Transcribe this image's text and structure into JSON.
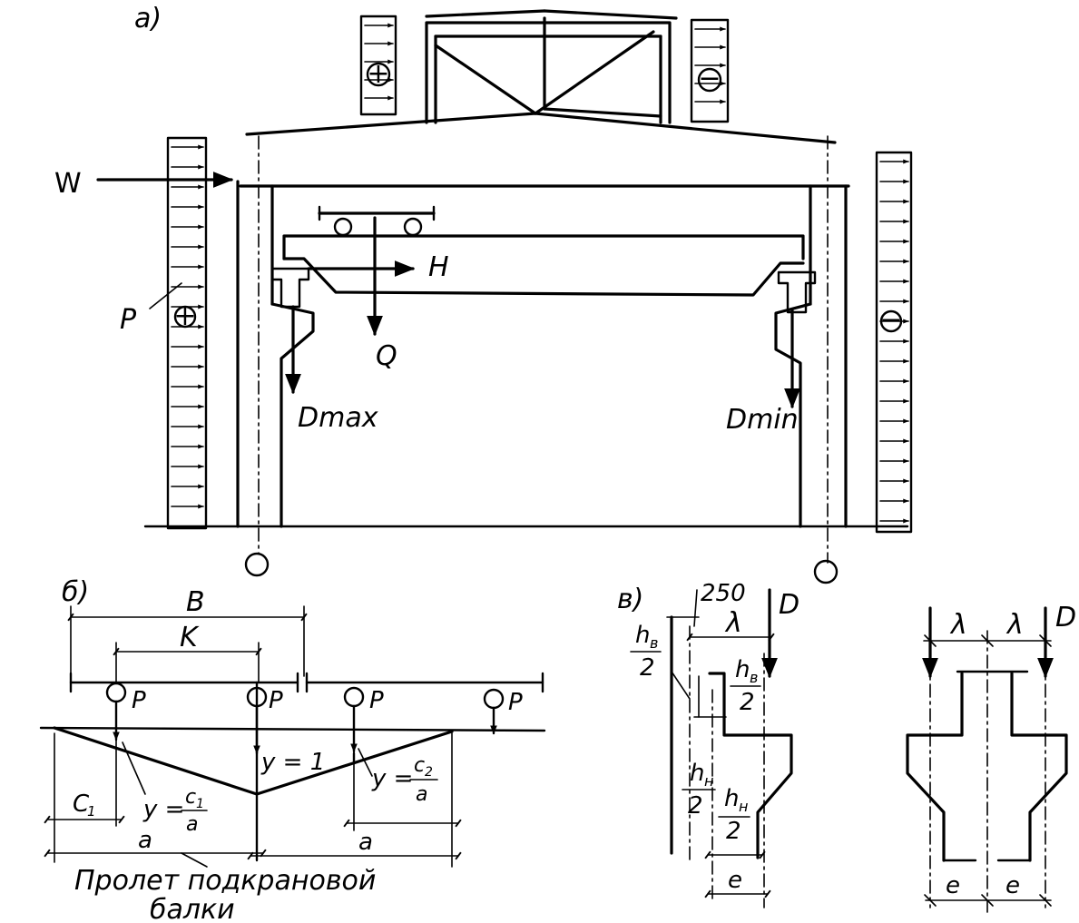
{
  "panels": {
    "a": {
      "label": "а)"
    },
    "b": {
      "label": "б)"
    },
    "v": {
      "label": "в)"
    }
  },
  "frame": {
    "wind_force": "W",
    "wind_pressure": "P",
    "plus_sign": "+",
    "minus_sign": "−",
    "horizontal_force": "H",
    "crane_weight": "Q",
    "d_max": "Dmax",
    "d_min": "Dmin"
  },
  "influence_line": {
    "dim_b": "B",
    "dim_k": "K",
    "load_p": "P",
    "y_one": "y = 1",
    "y_c1": "y =",
    "c1": "c",
    "c1_sub": "1",
    "c2": "c",
    "c2_sub": "2",
    "a_den": "a",
    "dim_c1": "C",
    "dim_c1_sub": "1",
    "dim_a": "a",
    "caption_line1": "Пролет подкрановой",
    "caption_line2": "балки"
  },
  "column_detail": {
    "dim_250": "250",
    "load_d": "D",
    "lambda": "λ",
    "h": "h",
    "hv_sub": "в",
    "hn_sub": "н",
    "two": "2",
    "e": "e"
  }
}
